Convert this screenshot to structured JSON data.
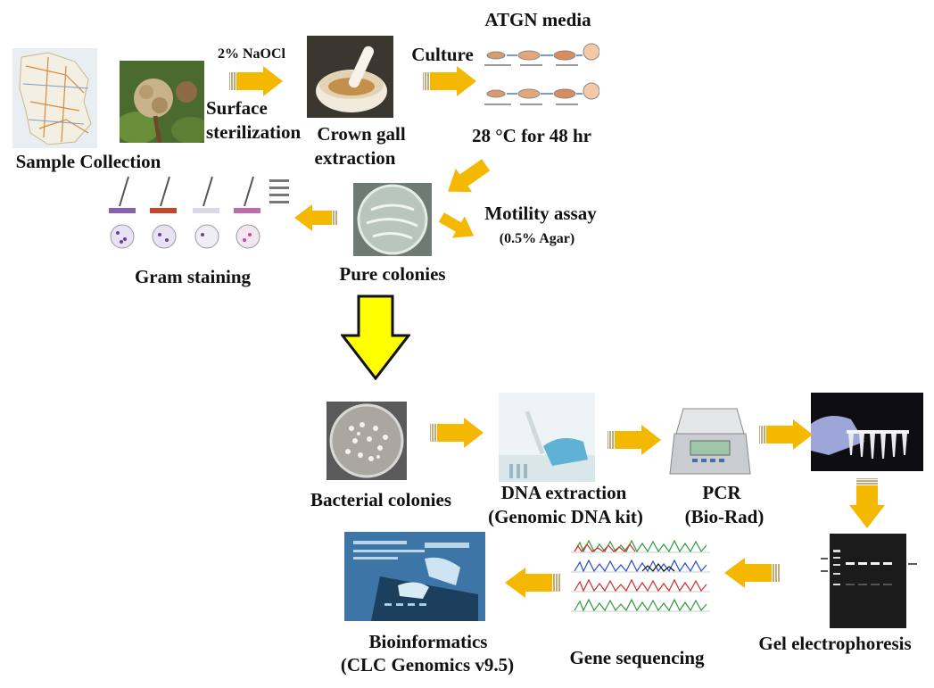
{
  "labels": {
    "sample_collection": "Sample Collection",
    "naocl": "2% NaOCl",
    "surface": "Surface",
    "sterilization": "sterilization",
    "crown_gall": "Crown gall",
    "extraction": "extraction",
    "culture": "Culture",
    "atgn_media": "ATGN media",
    "temp_time": "28 °C for 48 hr",
    "motility_assay": "Motility assay",
    "agar": "(0.5% Agar)",
    "pure_colonies": "Pure colonies",
    "gram_staining": "Gram staining",
    "bacterial_colonies": "Bacterial colonies",
    "dna_extraction": "DNA extraction",
    "genomic_kit": "(Genomic DNA kit)",
    "pcr": "PCR",
    "bio_rad": "(Bio-Rad)",
    "gel_electrophoresis": "Gel electrophoresis",
    "gene_sequencing": "Gene sequencing",
    "bioinformatics": "Bioinformatics",
    "clc_genomics": "(CLC Genomics v9.5)"
  },
  "colors": {
    "arrow_orange": "#f5b800",
    "arrow_big": "#ffff00",
    "text": "#111111"
  }
}
